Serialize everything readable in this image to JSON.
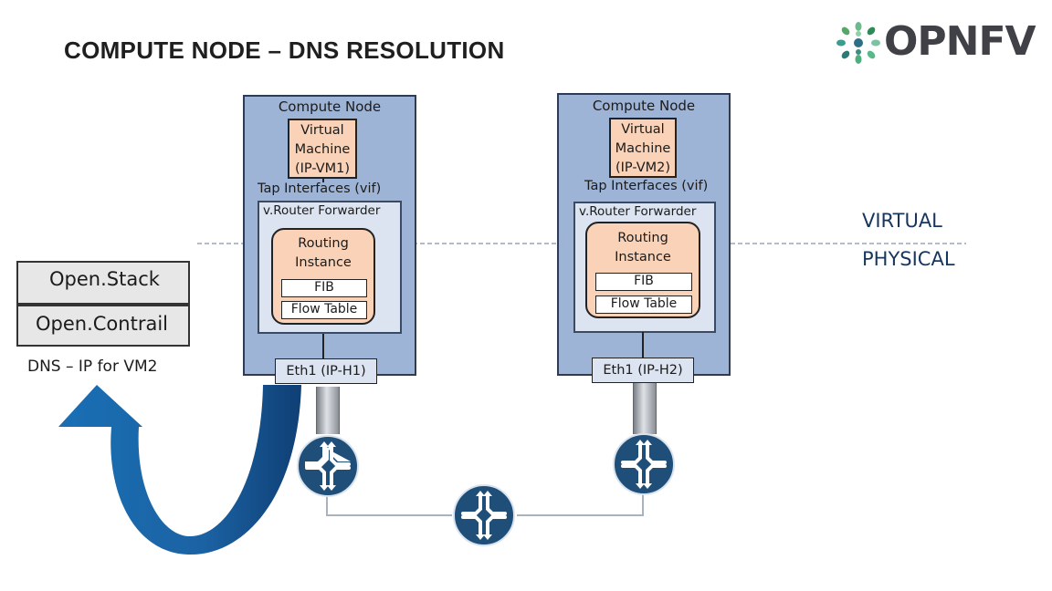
{
  "slide": {
    "title": "COMPUTE NODE – DNS RESOLUTION",
    "logo_text": "OPNFV"
  },
  "compute_nodes": [
    {
      "title": "Compute Node",
      "vm_line1": "Virtual",
      "vm_line2": "Machine",
      "vm_line3": "(IP-VM1)",
      "tap": "Tap Interfaces (vif)",
      "vrouter": "v.Router Forwarder",
      "routing_line1": "Routing",
      "routing_line2": "Instance",
      "fib": "FIB",
      "flow_table": "Flow Table",
      "eth": "Eth1 (IP-H1)"
    },
    {
      "title": "Compute Node",
      "vm_line1": "Virtual",
      "vm_line2": "Machine",
      "vm_line3": "(IP-VM2)",
      "tap": "Tap Interfaces (vif)",
      "vrouter": "v.Router Forwarder",
      "routing_line1": "Routing",
      "routing_line2": "Instance",
      "fib": "FIB",
      "flow_table": "Flow Table",
      "eth": "Eth1 (IP-H2)"
    }
  ],
  "layers": {
    "virtual": "VIRTUAL",
    "physical": "PHYSICAL"
  },
  "controller": {
    "openstack": "Open.Stack",
    "opencontrail": "Open.Contrail",
    "dns": "DNS – IP for VM2"
  },
  "colors": {
    "node_fill": "#9db4d6",
    "vm_fill": "#f9d2b7",
    "router_fill": "#1f4e79",
    "arrow_fill": "#1a6fb5",
    "dashed_line": "#9aa5b1"
  }
}
